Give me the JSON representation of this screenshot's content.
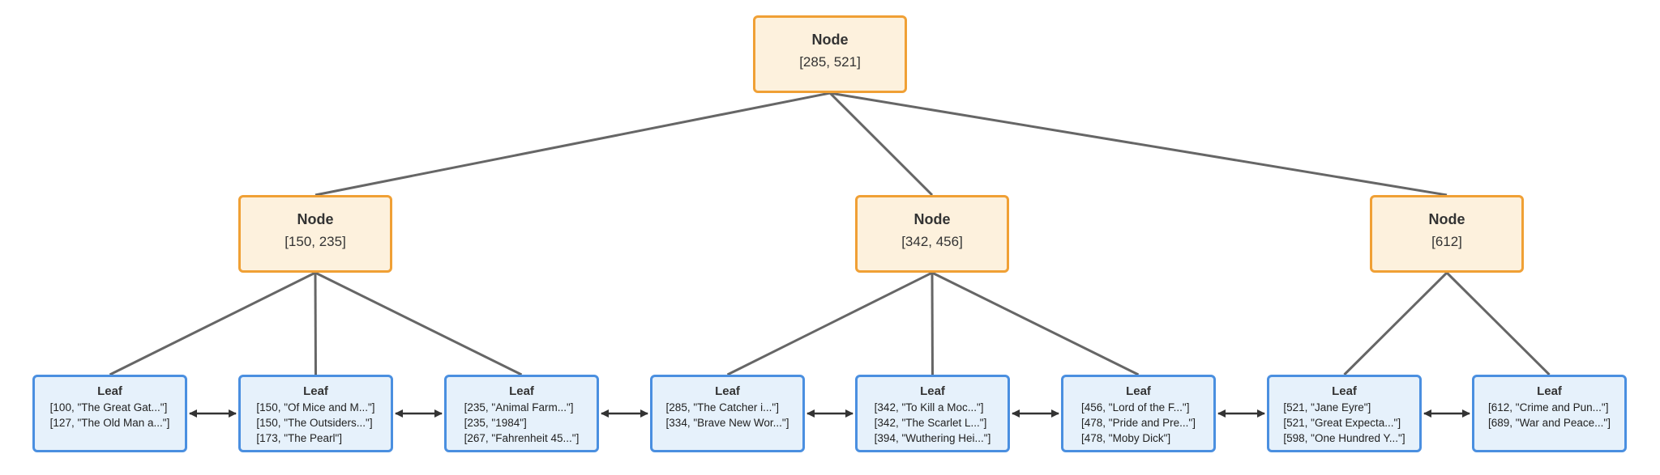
{
  "colors": {
    "node_fill": "#fdf1dd",
    "node_border": "#f0a035",
    "leaf_fill": "#e6f1fb",
    "leaf_border": "#4a8fe0",
    "edge": "#666666",
    "arrow": "#333333"
  },
  "root": {
    "title": "Node",
    "keys": "[285, 521]"
  },
  "internal": [
    {
      "title": "Node",
      "keys": "[150, 235]"
    },
    {
      "title": "Node",
      "keys": "[342, 456]"
    },
    {
      "title": "Node",
      "keys": "[612]"
    }
  ],
  "leaves": [
    {
      "title": "Leaf",
      "entries": [
        "[100, \"The Great Gat...\"]",
        "[127, \"The Old Man a...\"]"
      ]
    },
    {
      "title": "Leaf",
      "entries": [
        "[150, \"Of Mice and M...\"]",
        "[150, \"The Outsiders...\"]",
        "[173, \"The Pearl\"]"
      ]
    },
    {
      "title": "Leaf",
      "entries": [
        "[235, \"Animal Farm...\"]",
        "[235, \"1984\"]",
        "[267, \"Fahrenheit 45...\"]"
      ]
    },
    {
      "title": "Leaf",
      "entries": [
        "[285, \"The Catcher i...\"]",
        "[334, \"Brave New Wor...\"]"
      ]
    },
    {
      "title": "Leaf",
      "entries": [
        "[342, \"To Kill a Moc...\"]",
        "[342, \"The Scarlet L...\"]",
        "[394, \"Wuthering Hei...\"]"
      ]
    },
    {
      "title": "Leaf",
      "entries": [
        "[456, \"Lord of the F...\"]",
        "[478, \"Pride and Pre...\"]",
        "[478, \"Moby Dick\"]"
      ]
    },
    {
      "title": "Leaf",
      "entries": [
        "[521, \"Jane Eyre\"]",
        "[521, \"Great Expecta...\"]",
        "[598, \"One Hundred Y...\"]"
      ]
    },
    {
      "title": "Leaf",
      "entries": [
        "[612, \"Crime and Pun...\"]",
        "[689, \"War and Peace...\"]"
      ]
    }
  ]
}
